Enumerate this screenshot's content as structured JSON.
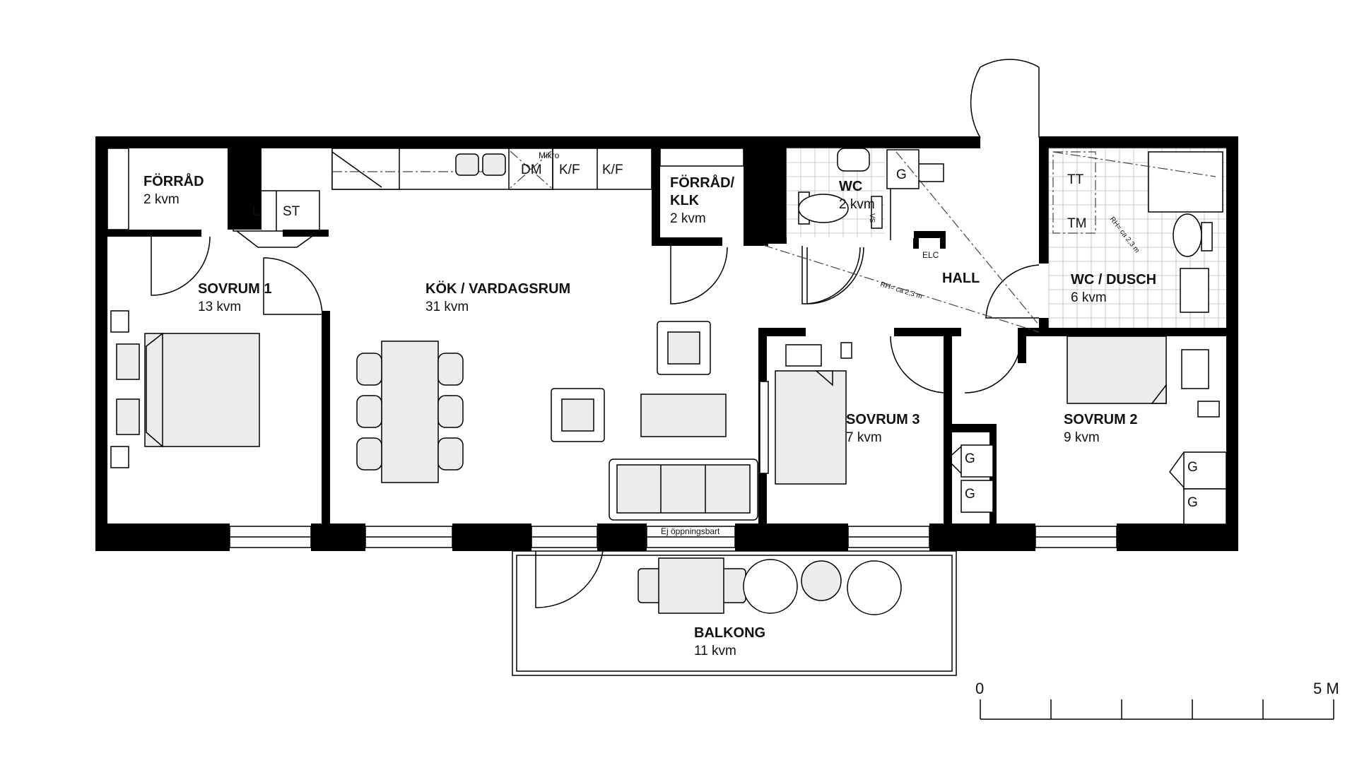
{
  "rooms": {
    "forrad1": {
      "name": "FÖRRÅD",
      "area": "2 kvm"
    },
    "sovrum1": {
      "name": "SOVRUM 1",
      "area": "13 kvm"
    },
    "kok": {
      "name": "KÖK / VARDAGSRUM",
      "area": "31 kvm"
    },
    "forrad2": {
      "name1": "FÖRRÅD/",
      "name2": "KLK",
      "area": "2 kvm"
    },
    "wc": {
      "name": "WC",
      "area": "2 kvm"
    },
    "hall": {
      "name": "HALL"
    },
    "wcdusch": {
      "name": "WC / DUSCH",
      "area": "6 kvm"
    },
    "sovrum3": {
      "name": "SOVRUM 3",
      "area": "7 kvm"
    },
    "sovrum2": {
      "name": "SOVRUM 2",
      "area": "9 kvm"
    },
    "balkong": {
      "name": "BALKONG",
      "area": "11 kvm"
    }
  },
  "labels": {
    "mikro": "Mikro",
    "dm": "DM",
    "kf": "K/F",
    "l": "L",
    "st": "ST",
    "g": "G",
    "vs": "VS",
    "elc": "ELC",
    "tt": "TT",
    "tm": "TM",
    "rh": "RH= ca 2,3 m",
    "ej_oppningsbart": "Ej öppningsbart"
  },
  "scale": {
    "start": "0",
    "end": "5 M"
  }
}
